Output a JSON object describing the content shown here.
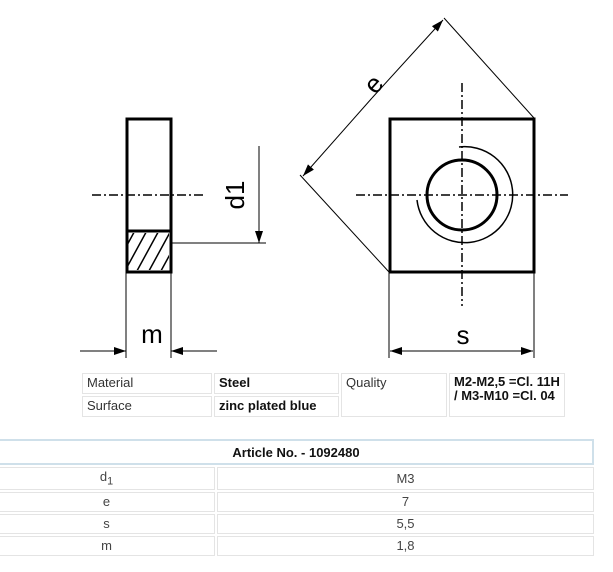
{
  "drawing": {
    "label_m": "m",
    "label_d": "d",
    "label_d_sub": "1",
    "label_e": "e",
    "label_s": "s"
  },
  "properties": {
    "material_label": "Material",
    "material_value": "Steel",
    "surface_label": "Surface",
    "surface_value": "zinc plated blue",
    "quality_label": "Quality",
    "quality_value": "M2-M2,5 =Cl. 11H / M3-M10 =Cl. 04"
  },
  "article": {
    "header": "Article No. - 1092480",
    "rows": [
      {
        "name": "d",
        "sub": "1",
        "value": "M3"
      },
      {
        "name": "e",
        "sub": "",
        "value": "7"
      },
      {
        "name": "s",
        "sub": "",
        "value": "5,5"
      },
      {
        "name": "m",
        "sub": "",
        "value": "1,8"
      }
    ]
  }
}
